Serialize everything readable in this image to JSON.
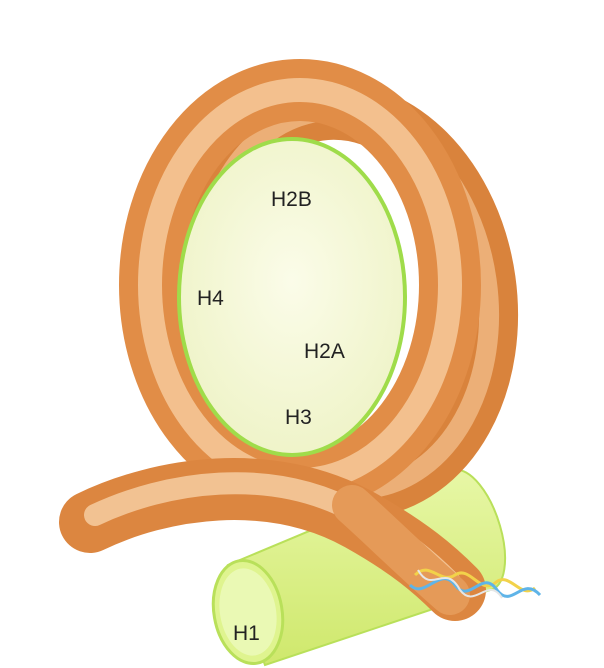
{
  "diagram": {
    "labels": {
      "h2b": "H2B",
      "h4": "H4",
      "h2a": "H2A",
      "h3": "H3",
      "h1": "H1"
    },
    "colors": {
      "dna_wrap": "#e89a55",
      "dna_highlight": "#f8d3a8",
      "histone_core_fill": "#f3f6d4",
      "histone_core_outline": "#9fdc4a",
      "h1_fill": "#ddf28a",
      "h1_outline": "#b9e05a",
      "helix_colors": [
        "#f2d24a",
        "#5fb4e8",
        "#d8d8d8"
      ]
    },
    "icons": {
      "dna": "double-helix",
      "core": "histone-octamer",
      "linker": "linker-histone-cylinder"
    }
  }
}
